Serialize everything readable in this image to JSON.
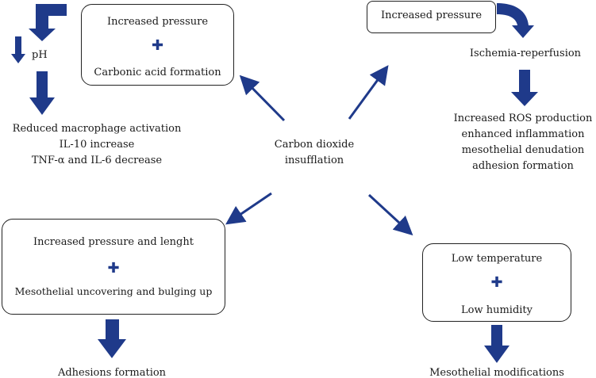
{
  "colors": {
    "arrow": "#1f3a8a",
    "text": "#1a1a1a",
    "border": "#222222"
  },
  "center": {
    "line1": "Carbon dioxide",
    "line2": "insufflation"
  },
  "top_left_box": {
    "line1": "Increased pressure",
    "line2": "Carbonic acid formation",
    "plus": "✚"
  },
  "top_right_box": {
    "label": "Increased pressure"
  },
  "ischemia": {
    "label": "Ischemia-reperfusion"
  },
  "ros": {
    "line1": "Increased ROS production",
    "line2": "enhanced inflammation",
    "line3": "mesothelial denudation",
    "line4": "adhesion formation"
  },
  "ph": {
    "label": "pH"
  },
  "macrophage": {
    "line1": "Reduced macrophage activation",
    "line2": "IL-10 increase",
    "line3": "TNF-α and IL-6 decrease"
  },
  "bottom_left_box": {
    "line1": "Increased pressure and lenght",
    "line2": "Mesothelial uncovering and bulging up",
    "plus": "✚"
  },
  "adhesions": {
    "label": "Adhesions formation"
  },
  "bottom_right_box": {
    "line1": "Low temperature",
    "line2": "Low humidity",
    "plus": "✚"
  },
  "mesothelial_mod": {
    "label": "Mesothelial modifications"
  }
}
